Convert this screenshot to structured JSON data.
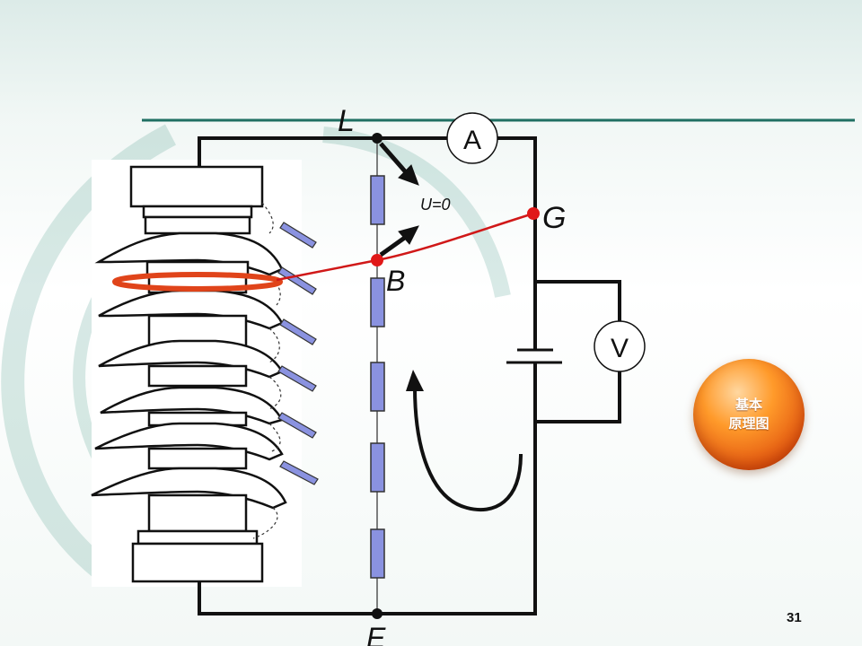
{
  "diagram": {
    "labels": {
      "L": "L",
      "A": "A",
      "G": "G",
      "B": "B",
      "V": "V",
      "E": "E",
      "voltage": "U=0"
    }
  },
  "badge": {
    "line1": "基本",
    "line2": "原理图"
  },
  "page_number": "31",
  "colors": {
    "wire": "#111111",
    "guard_wire": "#d01818",
    "resistor_fill": "#8a92e0",
    "header_line": "#1f6f62",
    "badge": "#f07a1e"
  }
}
